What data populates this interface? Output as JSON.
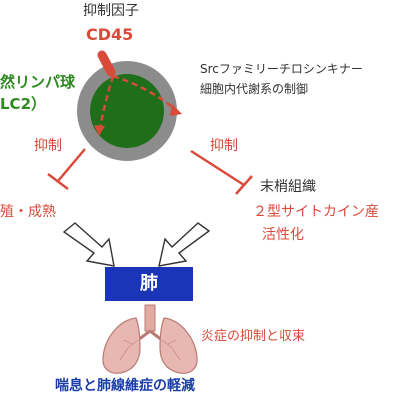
{
  "texts": {
    "inhibitory_factor": "抑制因子",
    "cd45": "CD45",
    "ilc_line1": "然リンパ球",
    "ilc_line2": "LC2）",
    "src_line1": "Srcファミリーチロシンキナー",
    "src_line2": "細胞内代謝系の制御",
    "inhibit_left": "抑制",
    "inhibit_right": "抑制",
    "proliferation": "殖・成熟",
    "peripheral_tissue": "末梢組織",
    "cytokine_line1": "２型サイトカイン産",
    "cytokine_line2": "活性化",
    "lung": "肺",
    "inflammation": "炎症の抑制と収束",
    "bottom": "喘息と肺線維症の軽減"
  },
  "colors": {
    "red": "#d94a3a",
    "green": "#2d8a1f",
    "cell_outer": "#8c8c8c",
    "cell_inner": "#1f6f1a",
    "lung_box": "#1a35b8",
    "lung_tissue": "#e8b7b2",
    "blue_text": "#1a3ea8"
  }
}
